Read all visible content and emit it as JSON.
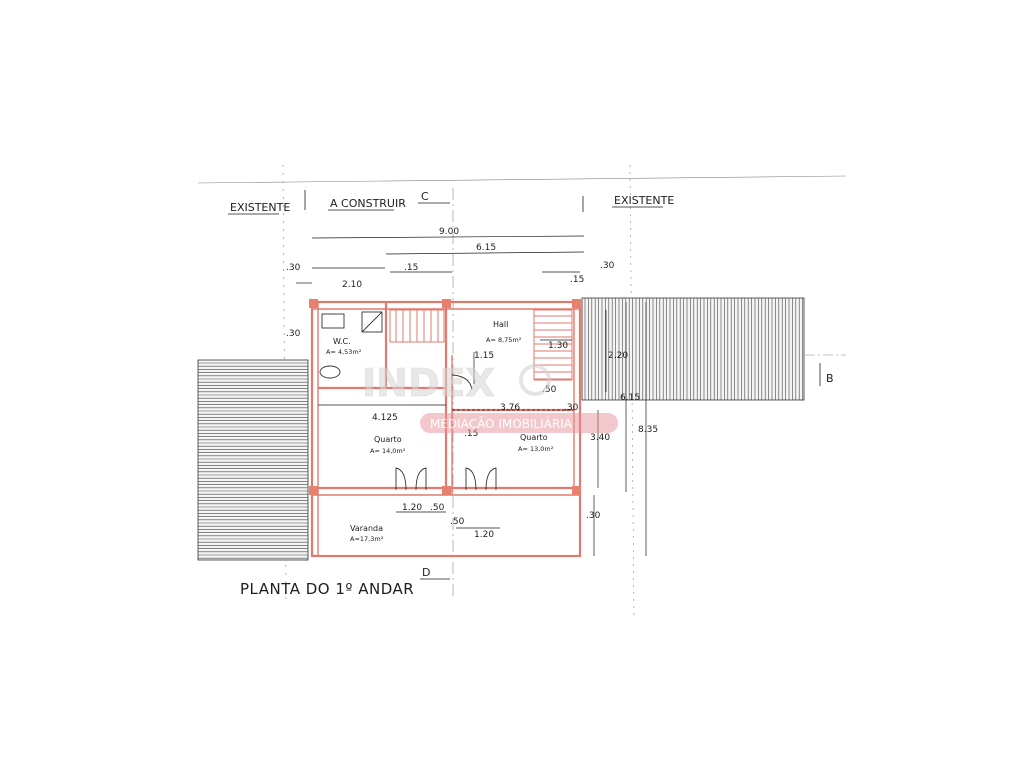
{
  "drawing": {
    "title": "PLANTA DO 1º ANDAR",
    "zone_labels": {
      "left": "EXISTENTE",
      "center": "A CONSTRUIR",
      "right": "EXISTENTE"
    },
    "section_markers": {
      "top": "C",
      "bottom": "D",
      "right": "B"
    }
  },
  "rooms": {
    "wc": {
      "name": "W.C.",
      "area": "A= 4,53m²"
    },
    "hall": {
      "name": "Hall",
      "area": "A= 8,75m²"
    },
    "bedroom_left": {
      "name": "Quarto",
      "area": "A= 14,0m²"
    },
    "bedroom_right": {
      "name": "Quarto",
      "area": "A= 13,0m²"
    },
    "veranda": {
      "name": "Varanda",
      "area": "A=17,3m²"
    }
  },
  "dimensions": {
    "overall_width": "9.00",
    "right_span": "6.15",
    "wall_top_left": ".30",
    "wc_width": "2.10",
    "wall_mid": ".15",
    "wall_top_right_a": ".15",
    "wall_top_right_b": ".30",
    "wall_left_side": ".30",
    "hall_width": "1.30",
    "hall_small": "1.15",
    "hall_depth": "2.20",
    "stair_small": ".50",
    "left_bedroom_width": "4.125",
    "right_bedroom_width": "3.76",
    "wall_between": ".15",
    "wall_inner": ".30",
    "bedroom_depth": "3.40",
    "total_depth_a": "6.15",
    "total_depth_b": "8.35",
    "veranda_offset": ".30",
    "door_left": "1.20",
    "door_gap_a": ".50",
    "door_gap_b": ".50",
    "door_right": "1.20"
  },
  "watermark": {
    "brand": "INDEX",
    "tagline": "MEDIAÇÃO IMOBILIÁRIA",
    "accent_color": "#e8909a"
  },
  "colors": {
    "wall": "#e07a6e",
    "ink": "#1e1e1e",
    "column": "#e8806e"
  }
}
